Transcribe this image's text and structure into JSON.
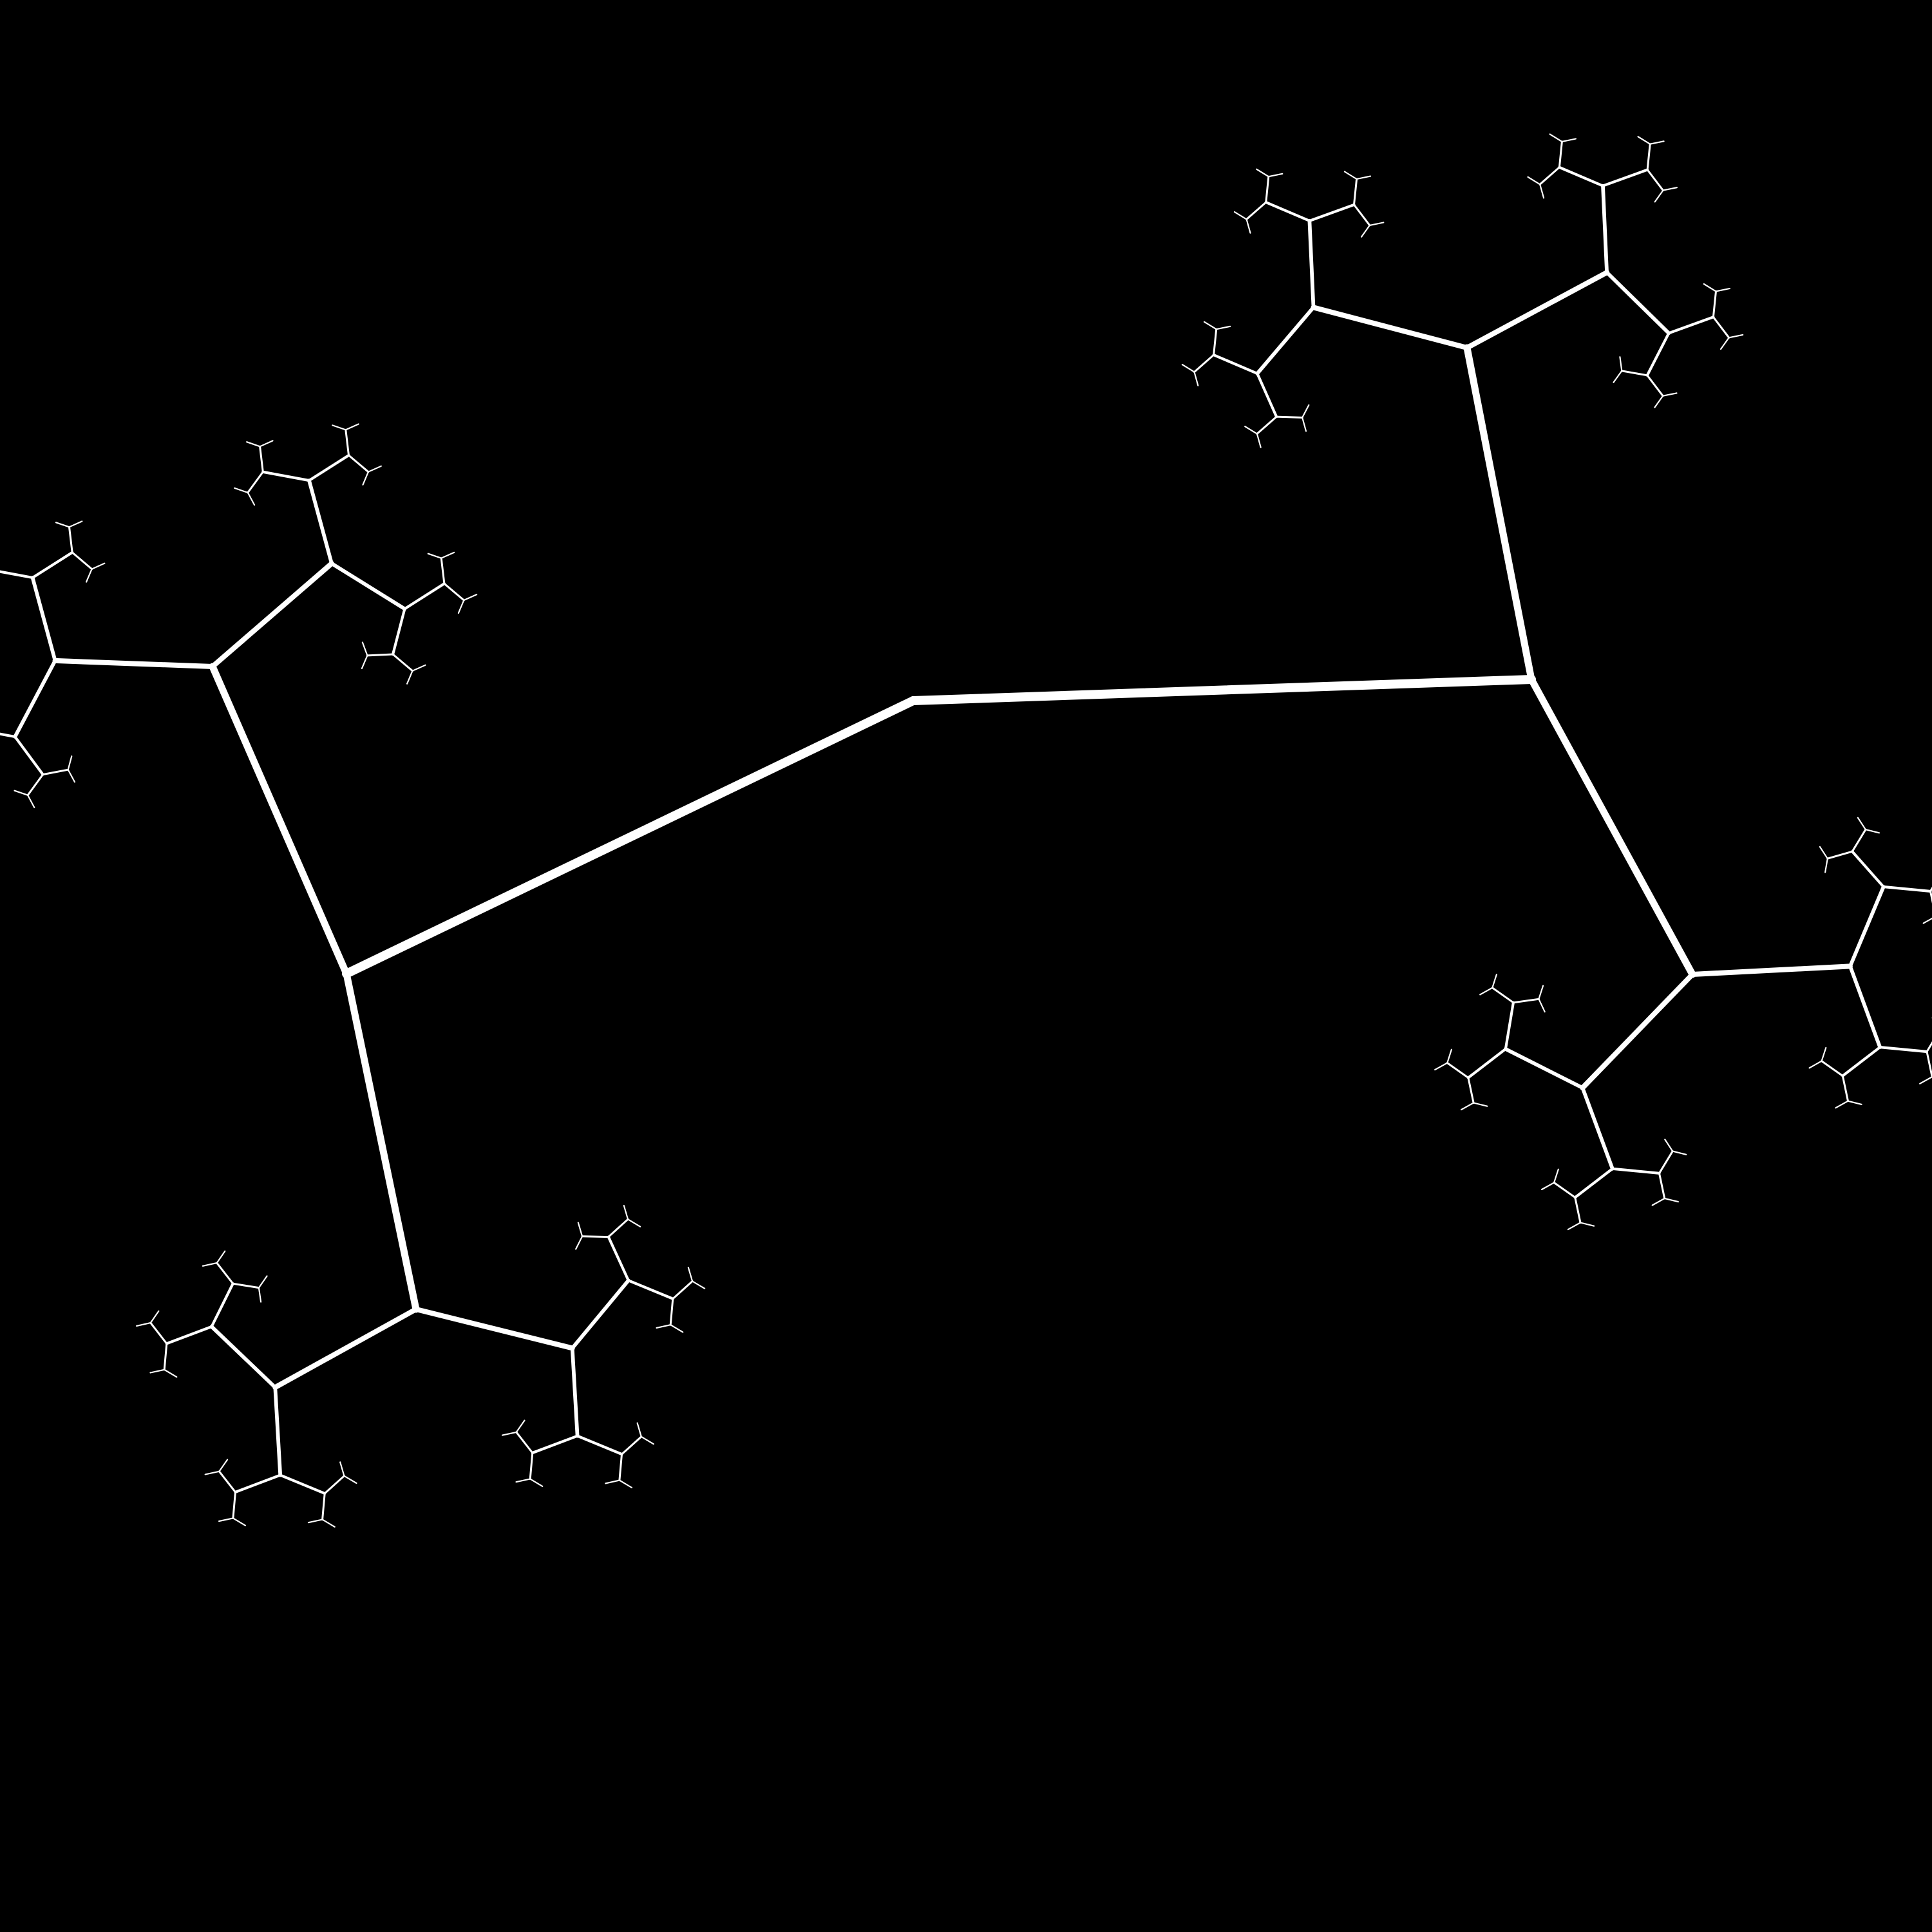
{
  "background_color": "#000000",
  "line_color": "#ffffff",
  "figure": {
    "kind": "branching line fractal (H-tree-like)",
    "levels_visible": 6,
    "branches_per_node": 3,
    "trunk_nodes": 3
  }
}
